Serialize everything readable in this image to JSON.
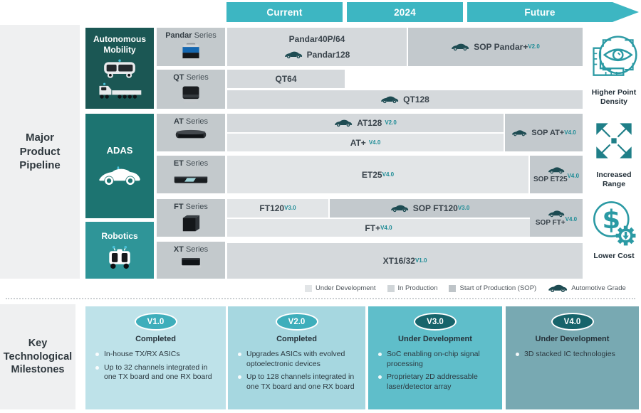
{
  "timeline": [
    "Current",
    "2024",
    "Future"
  ],
  "pipeline_title": "Major Product Pipeline",
  "categories": [
    "Autonomous Mobility",
    "ADAS",
    "Robotics"
  ],
  "series": [
    {
      "name": "Pandar",
      "suffix": " Series"
    },
    {
      "name": "QT",
      "suffix": " Series"
    },
    {
      "name": "AT",
      "suffix": " Series"
    },
    {
      "name": "ET",
      "suffix": " Series"
    },
    {
      "name": "FT",
      "suffix": " Series"
    },
    {
      "name": "XT",
      "suffix": " Series"
    }
  ],
  "bars": {
    "pandar_line1": "Pandar40P/64",
    "pandar_line2": "Pandar128",
    "pandar_sop": {
      "label": "SOP Pandar+",
      "sup": "V2.0"
    },
    "qt64": "QT64",
    "qt128": "QT128",
    "at128": {
      "label": "AT128",
      "sup": "V2.0"
    },
    "at_plus": {
      "label": "AT+",
      "sup": "V4.0"
    },
    "at_sop": {
      "label": "SOP AT+",
      "sup": "V4.0"
    },
    "et25": {
      "label": "ET25",
      "sup": "V4.0"
    },
    "et_sop": {
      "label": "SOP ET25",
      "sup": "V4.0"
    },
    "ft120": {
      "label": "FT120",
      "sup": "V3.0"
    },
    "ft120_sop": {
      "label": "SOP FT120",
      "sup": "V3.0"
    },
    "ft_plus": {
      "label": "FT+",
      "sup": "V4.0"
    },
    "ft_sop": {
      "label": "SOP FT+",
      "sup": "V4.0"
    },
    "xt": {
      "label": "XT16/32",
      "sup": "V1.0"
    }
  },
  "benefits": [
    "Higher Point Density",
    "Increased Range",
    "Lower Cost"
  ],
  "legend": [
    {
      "label": "Under Development",
      "swatch": "#E2E5E7"
    },
    {
      "label": "In Production",
      "swatch": "#D0D5D8"
    },
    {
      "label": "Start of Production (SOP)",
      "swatch": "#BEC4C8"
    },
    {
      "label": "Automotive Grade",
      "swatch": "car-icon"
    }
  ],
  "milestones": {
    "title": "Key Technological Milestones",
    "cards": [
      {
        "version": "V1.0",
        "status": "Completed",
        "bullets": [
          "In-house TX/RX ASICs",
          "Up to 32 channels integrated in one TX board and one RX board"
        ]
      },
      {
        "version": "V2.0",
        "status": "Completed",
        "bullets": [
          "Upgrades ASICs with evolved optoelectronic devices",
          "Up to 128 channels integrated in one TX board and one RX board"
        ]
      },
      {
        "version": "V3.0",
        "status": "Under Development",
        "bullets": [
          "SoC enabling on-chip signal processing",
          "Proprietary 2D addressable laser/detector array"
        ]
      },
      {
        "version": "V4.0",
        "status": "Under Development",
        "bullets": [
          "3D stacked IC technologies"
        ]
      }
    ]
  },
  "colors": {
    "header_teal": "#3DB6C2",
    "autonomous_mobility": "#1B5754",
    "adas": "#1D7471",
    "robotics": "#2F9598",
    "accent_icon_teal": "#2B9AA4",
    "under_development": "#E2E5E7",
    "in_production": "#D5D9DC",
    "sop": "#C3C9CD",
    "superscript": "#1E8C96"
  }
}
